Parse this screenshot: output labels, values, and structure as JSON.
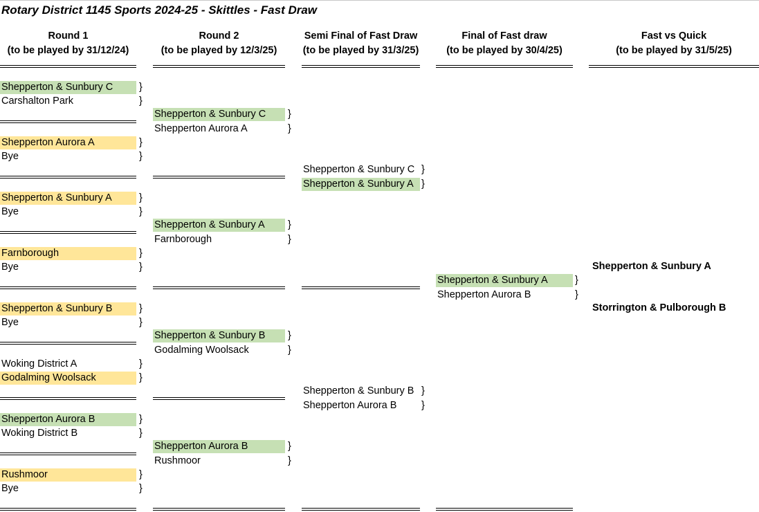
{
  "title": "Rotary District 1145 Sports 2024-25 - Skittles - Fast Draw",
  "bracket_symbol": "}",
  "colors": {
    "winner_highlight": "#c6e0b4",
    "home_highlight": "#ffe699"
  },
  "headers": [
    {
      "line1": "Round 1",
      "line2": "(to be played by 31/12/24)"
    },
    {
      "line1": "Round 2",
      "line2": "(to be played by 12/3/25)"
    },
    {
      "line1": "Semi Final of Fast Draw",
      "line2": "(to be played by 31/3/25)"
    },
    {
      "line1": "Final of Fast draw",
      "line2": "(to be played by 30/4/25)"
    },
    {
      "line1": "Fast vs Quick",
      "line2": "(to be played by 31/5/25)"
    }
  ],
  "round1": [
    {
      "team": "Shepperton & Sunbury C",
      "highlight": "green"
    },
    {
      "team": "Carshalton Park",
      "highlight": ""
    },
    {
      "team": "Shepperton Aurora A",
      "highlight": "yellow"
    },
    {
      "team": "Bye",
      "highlight": ""
    },
    {
      "team": "Shepperton & Sunbury A",
      "highlight": "yellow"
    },
    {
      "team": "Bye",
      "highlight": ""
    },
    {
      "team": "Farnborough",
      "highlight": "yellow"
    },
    {
      "team": "Bye",
      "highlight": ""
    },
    {
      "team": "Shepperton & Sunbury B",
      "highlight": "yellow"
    },
    {
      "team": "Bye",
      "highlight": ""
    },
    {
      "team": "Woking District A",
      "highlight": ""
    },
    {
      "team": "Godalming Woolsack",
      "highlight": "yellow"
    },
    {
      "team": "Shepperton Aurora B",
      "highlight": "green"
    },
    {
      "team": "Woking District B",
      "highlight": ""
    },
    {
      "team": "Rushmoor",
      "highlight": "yellow"
    },
    {
      "team": "Bye",
      "highlight": ""
    }
  ],
  "round2": [
    {
      "team": "Shepperton & Sunbury C",
      "highlight": "green"
    },
    {
      "team": "Shepperton Aurora A",
      "highlight": ""
    },
    {
      "team": "Shepperton & Sunbury A",
      "highlight": "green"
    },
    {
      "team": "Farnborough",
      "highlight": ""
    },
    {
      "team": "Shepperton & Sunbury B",
      "highlight": "green"
    },
    {
      "team": "Godalming Woolsack",
      "highlight": ""
    },
    {
      "team": "Shepperton Aurora B",
      "highlight": "green"
    },
    {
      "team": "Rushmoor",
      "highlight": ""
    }
  ],
  "semi_final": [
    {
      "team": "Shepperton & Sunbury C",
      "highlight": ""
    },
    {
      "team": "Shepperton & Sunbury A",
      "highlight": "green"
    },
    {
      "team": "Shepperton & Sunbury B",
      "highlight": ""
    },
    {
      "team": "Shepperton Aurora B",
      "highlight": ""
    }
  ],
  "final": [
    {
      "team": "Shepperton & Sunbury A",
      "highlight": "green"
    },
    {
      "team": "Shepperton Aurora B",
      "highlight": ""
    }
  ],
  "fast_vs_quick": [
    {
      "team": "Shepperton & Sunbury A"
    },
    {
      "team": "Storrington & Pulborough B"
    }
  ]
}
